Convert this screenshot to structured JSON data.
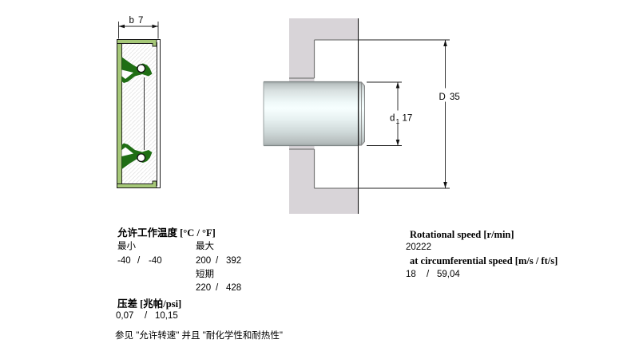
{
  "drawing": {
    "dimensions": {
      "b": {
        "symbol": "b",
        "value": "7"
      },
      "d1": {
        "symbol": "d",
        "subscript": "1",
        "value": "17"
      },
      "D": {
        "symbol": "D",
        "value": "35"
      }
    },
    "colors": {
      "case_green": "#a6c878",
      "lip_green": "#1f6e14",
      "housing_gray": "#d8d4d8"
    }
  },
  "specs": {
    "temperature": {
      "header": "允许工作温度 [°C / °F]",
      "min_label": "最小",
      "max_label": "最大",
      "min_c": "-40",
      "min_sep": "/",
      "min_f": "-40",
      "max_c": "200",
      "max_sep": "/",
      "max_f": "392",
      "short_term_label": "短期",
      "short_c": "220",
      "short_sep": "/",
      "short_f": "428"
    },
    "pressure": {
      "header": "压差 [兆帕/psi]",
      "mpa": "0,07",
      "sep": "/",
      "psi": "10,15"
    },
    "note": "参见 \"允许转速\" 并且 \"耐化学性和耐热性\"",
    "speed": {
      "rotational_header": "Rotational speed [r/min]",
      "rotational_value": "20222",
      "circumferential_header": "at circumferential speed [m/s / ft/s]",
      "circ_ms": "18",
      "circ_sep": "/",
      "circ_fts": "59,04"
    }
  }
}
